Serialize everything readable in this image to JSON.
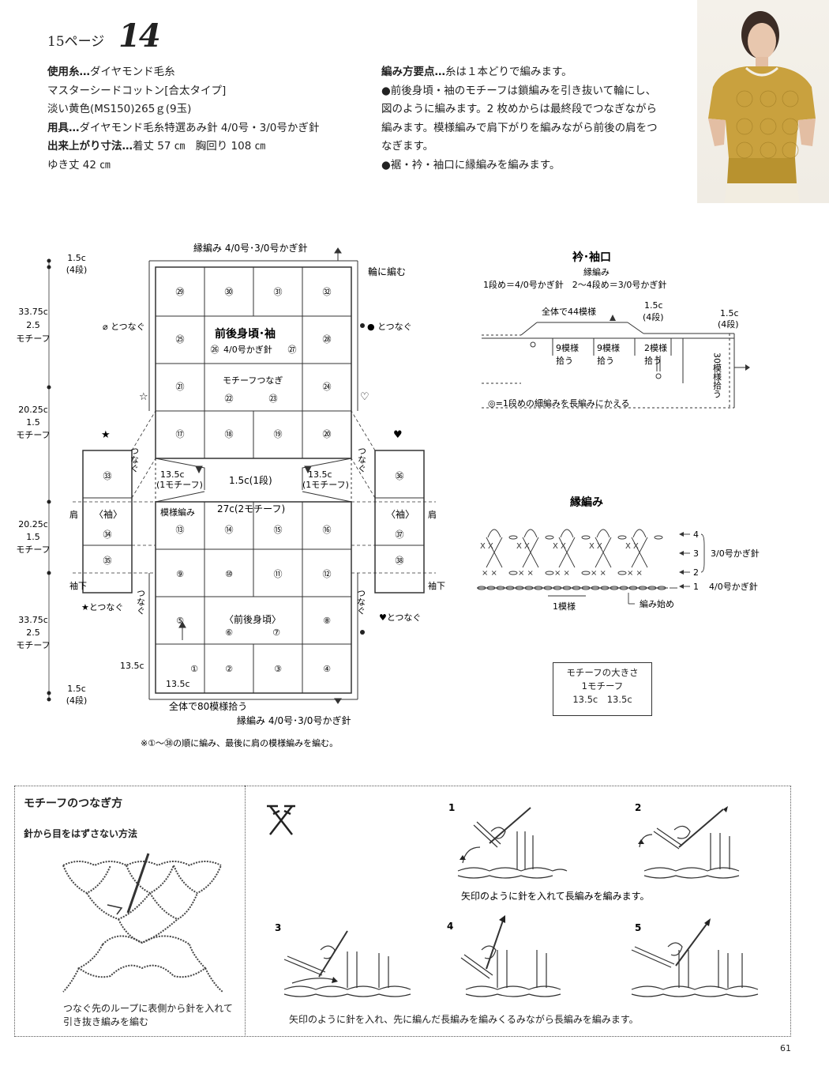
{
  "header": {
    "page_ref": "15ページ",
    "pattern_no": "14"
  },
  "spec": {
    "yarn_label": "使用糸…",
    "yarn_brand": "ダイヤモンド毛糸",
    "yarn_name": "マスターシードコットン[合太タイプ]",
    "yarn_color": "淡い黄色(MS150)265ｇ(9玉)",
    "tools_label": "用具…",
    "tools": "ダイヤモンド毛糸特選あみ針 4/0号・3/0号かぎ針",
    "size_label": "出来上がり寸法…",
    "size": "着丈 57 ㎝　胸回り 108 ㎝",
    "sleeve": "ゆき丈 42 ㎝"
  },
  "method": {
    "label": "編み方要点…",
    "line1": "糸は１本どりで編みます。",
    "line2": "●前後身頃・袖のモチーフは鎖編みを引き抜いて輪にし、",
    "line3": "図のように編みます。2 枚めからは最終段でつなぎながら",
    "line4": "編みます。模様編みで肩下がりを編みながら前後の肩をつ",
    "line5": "なぎます。",
    "line6": "●裾・衿・袖口に縁編みを編みます。"
  },
  "main_diagram": {
    "top_edge": "縁編み 4/0号･3/0号かぎ針",
    "ring": "輪に編む",
    "join_open": "⌀ とつなぐ",
    "join_solid": "● とつなぐ",
    "title": "前後身頃･袖",
    "hook": "4/0号かぎ針",
    "motif_join": "モチーフつなぎ",
    "dims_left": [
      {
        "v": "1.5c",
        "s": "(4段)"
      },
      {
        "v": "33.75c",
        "s": "2.5",
        "u": "モチーフ"
      },
      {
        "v": "20.25c",
        "s": "1.5",
        "u": "モチーフ"
      },
      {
        "v": "20.25c",
        "s": "1.5",
        "u": "モチーフ"
      },
      {
        "v": "33.75c",
        "s": "2.5",
        "u": "モチーフ"
      },
      {
        "v": "1.5c",
        "s": "(4段)"
      }
    ],
    "shoulder_left": "13.5c",
    "shoulder_left_sub": "(1モチーフ)",
    "shoulder_right": "13.5c",
    "shoulder_right_sub": "(1モチーフ)",
    "center_gap": "1.5c(1段)",
    "pattern": "模様編み",
    "width_27": "27c(2モチーフ)",
    "front_back": "〈前後身頃〉",
    "sleeve": "〈袖〉",
    "shoulder": "肩",
    "underarm": "袖下",
    "join_star": "★とつなぐ",
    "join_heart": "♥とつなぐ",
    "tsunagu": "つなぐ",
    "motif_w": "13.5c",
    "motif_h": "13.5c",
    "pickup": "全体で80模様拾う",
    "bottom_edge": "縁編み 4/0号･3/0号かぎ針",
    "note": "※①～㊳の順に編み、最後に肩の模様編みを編む。",
    "rows": [
      [
        "㉙",
        "㉚",
        "㉛",
        "㉜"
      ],
      [
        "㉕",
        "",
        "",
        "㉘"
      ],
      [
        "㉑",
        "",
        "",
        "㉔"
      ],
      [
        "⑰",
        "⑱",
        "⑲",
        "⑳"
      ],
      [
        "⑬",
        "⑭",
        "⑮",
        "⑯"
      ],
      [
        "⑨",
        "⑩",
        "⑪",
        "⑫"
      ],
      [
        "⑤",
        "",
        "",
        "⑧"
      ],
      [
        "①",
        "②",
        "③",
        "④"
      ]
    ],
    "inner_top": [
      "㉖",
      "㉗"
    ],
    "inner_mid": [
      "㉒",
      "㉓"
    ],
    "inner_low": [
      "⑥",
      "⑦"
    ],
    "sleeve_left": [
      "㉝",
      "㉞",
      "㉟"
    ],
    "sleeve_right": [
      "㊱",
      "㊲",
      "㊳"
    ]
  },
  "collar": {
    "title": "衿･袖口",
    "sub": "縁編み",
    "hooks": "1段め＝4/0号かぎ針　2～4段め＝3/0号かぎ針",
    "total": "全体で44模様",
    "dim1": "1.5c",
    "dim1s": "(4段)",
    "dim2": "1.5c",
    "dim2s": "(4段)",
    "p1": "9模様",
    "p1s": "拾う",
    "p2": "9模様",
    "p2s": "拾う",
    "p3": "2模様",
    "p3s": "拾う",
    "side": "30模様拾う",
    "legend": "◎=1段めの細編みを長編みにかえる"
  },
  "edging": {
    "title": "縁編み",
    "rows": [
      "4",
      "3",
      "2",
      "1"
    ],
    "hook_upper": "3/0号かぎ針",
    "hook_lower": "4/0号かぎ針",
    "repeat": "1模様",
    "start": "編み始め"
  },
  "motif_size": {
    "title": "モチーフの大きさ",
    "sub": "1モチーフ",
    "dims": "13.5c　13.5c"
  },
  "joining": {
    "title": "モチーフのつなぎ方",
    "method": "針から目をはずさない方法",
    "caption1": "つなぐ先のループに表側から針を入れて",
    "caption2": "引き抜き編みを編む",
    "steps": [
      "1",
      "2",
      "3",
      "4",
      "5"
    ],
    "step12": "矢印のように針を入れて長編みを編みます。",
    "step345": "矢印のように針を入れ、先に編んだ長編みを編みくるみながら長編みを編みます。"
  },
  "page_number": "61"
}
